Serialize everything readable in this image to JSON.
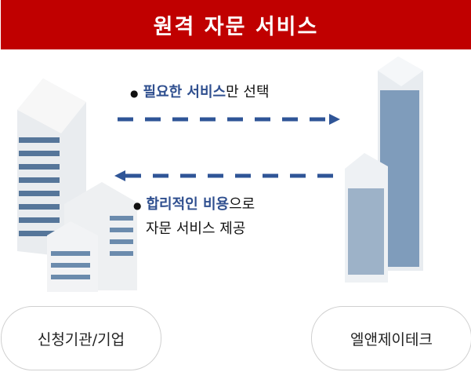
{
  "title": "원격 자문 서비스",
  "arrow_top": {
    "highlight": "필요한 서비스",
    "rest": "만 선택"
  },
  "arrow_bottom": {
    "highlight": "합리적인 비용",
    "rest": "으로",
    "line2": "자문 서비스 제공"
  },
  "left_label": "신청기관/기업",
  "right_label": "엘앤제이테크",
  "colors": {
    "header": "#c00000",
    "accent": "#2f4f8f"
  }
}
